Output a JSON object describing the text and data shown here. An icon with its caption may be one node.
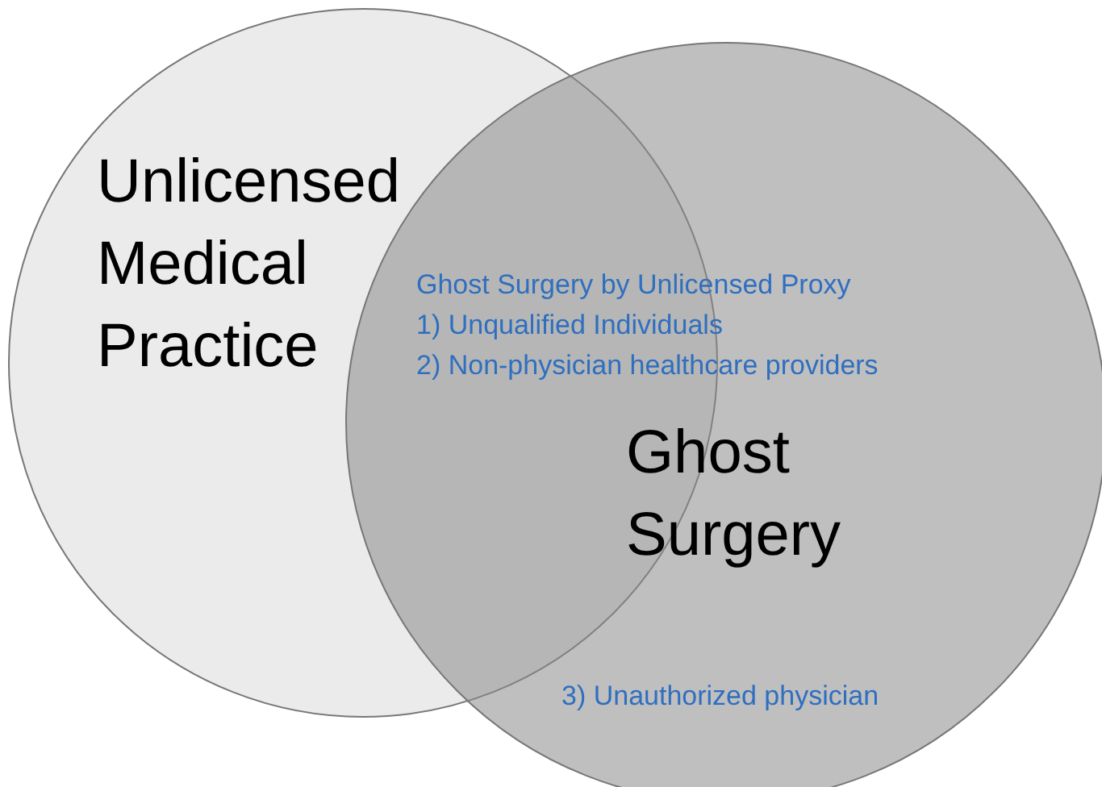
{
  "diagram": {
    "nodes": [
      {
        "text": [
          "Unlicensed Medical Practice"
        ]
      },
      {
        "text": [
          "Ghost Surgery"
        ]
      }
    ],
    "labels": [
      "Ghost Surgery by Unlicensed Proxy",
      "1) Unqualified Individuals",
      "2) Non-physician healthcare providers",
      "3) Unauthorized physician"
    ]
  }
}
